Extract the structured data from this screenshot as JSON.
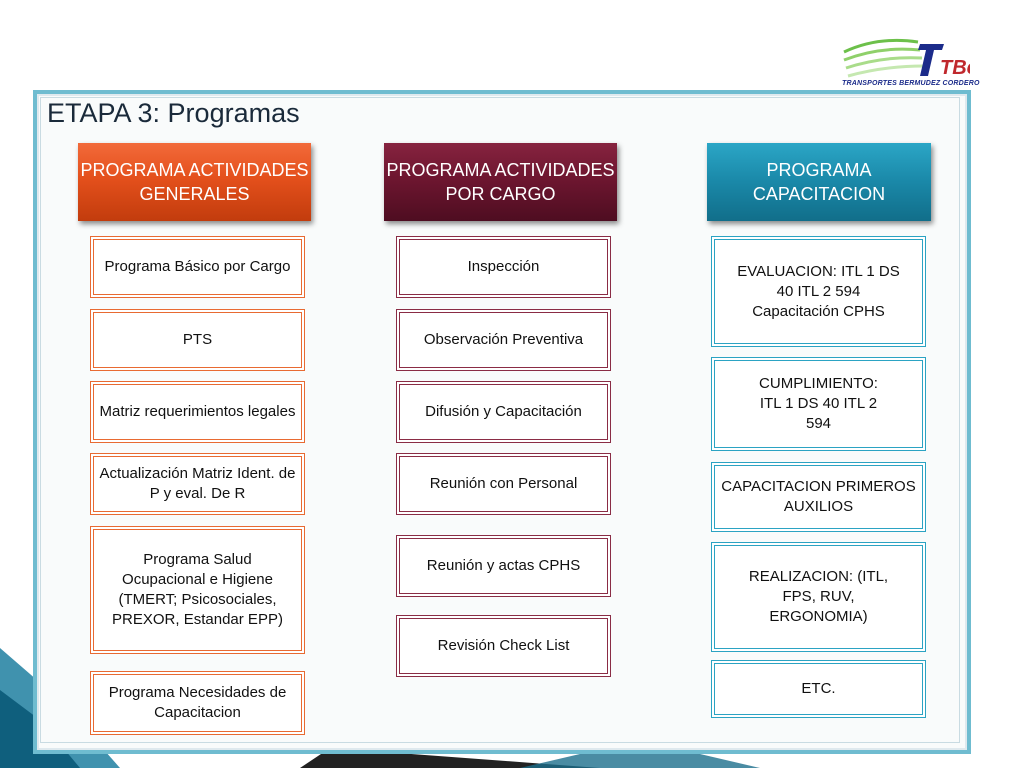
{
  "title": "ETAPA 3: Programas",
  "logo": {
    "mark": "TBc",
    "name": "TRANSPORTES BERMUDEZ CORDERO"
  },
  "colors": {
    "orange": "#e4501c",
    "wine": "#6e1630",
    "teal": "#1a88a8",
    "frame": "#6fbcd0"
  },
  "columns": [
    {
      "header": "PROGRAMA ACTIVIDADES GENERALES",
      "items": [
        "Programa Básico por Cargo",
        "PTS",
        "Matriz requerimientos legales",
        "Actualización Matriz Ident. de P y eval. De R",
        "Programa Salud Ocupacional e Higiene (TMERT; Psicosociales, PREXOR, Estandar EPP)",
        "Programa Necesidades de Capacitacion"
      ]
    },
    {
      "header": "PROGRAMA ACTIVIDADES POR CARGO",
      "items": [
        "Inspección",
        "Observación Preventiva",
        "Difusión y Capacitación",
        "Reunión con Personal",
        "Reunión y actas CPHS",
        "Revisión Check List"
      ]
    },
    {
      "header": "PROGRAMA CAPACITACION",
      "items": [
        "EVALUACION: ITL 1 DS 40 ITL 2 594 Capacitación CPHS",
        "CUMPLIMIENTO: ITL 1 DS 40 ITL 2 594",
        "CAPACITACION PRIMEROS AUXILIOS",
        "REALIZACION: (ITL, FPS, RUV, ERGONOMIA)",
        "ETC."
      ]
    }
  ]
}
